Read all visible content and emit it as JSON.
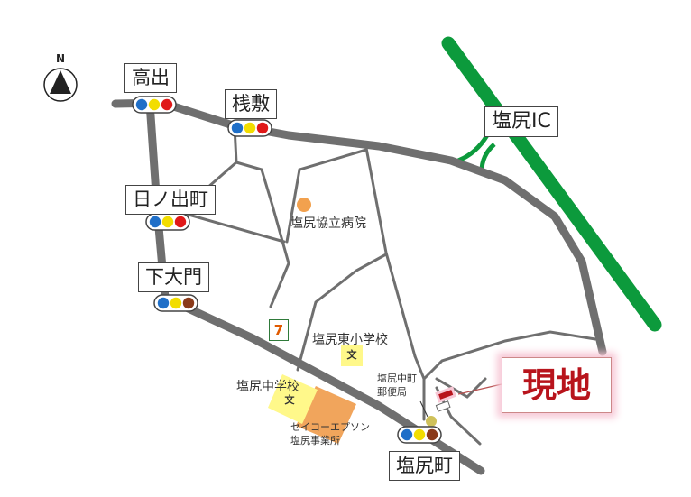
{
  "compass": {
    "letter": "N"
  },
  "intersections": {
    "takade": "高出",
    "sajiki": "桟敷",
    "hinodecho": "日ノ出町",
    "shimooomon": "下大門",
    "shiojiricho": "塩尻町"
  },
  "interchange": "塩尻IC",
  "landmarks": {
    "hospital": "塩尻協立病院",
    "east_elementary": "塩尻東小学校",
    "junior_high": "塩尻中学校",
    "school_symbol": "文",
    "seiko_line1": "セイコーエプソン",
    "seiko_line2": "塩尻事業所",
    "post_line1": "塩尻中町",
    "post_line2": "郵便局",
    "convenience_store": "7"
  },
  "destination": "現地",
  "colors": {
    "road": "#6f6f6f",
    "expressway": "#0c9a3c",
    "signal_blue": "#1f6fc8",
    "signal_yellow": "#f2dd00",
    "signal_red": "#e01818",
    "signal_brown": "#8a3a1a",
    "hospital": "#f2a14e",
    "factory": "#f1a55c",
    "school": "#fff88a",
    "destination_text": "#b8141c"
  }
}
